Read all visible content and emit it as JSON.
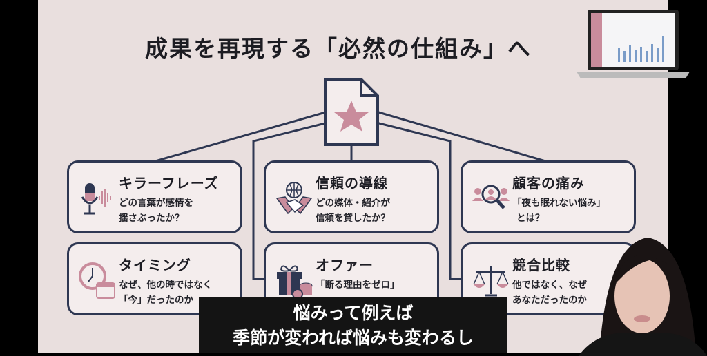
{
  "slide": {
    "title": "成果を再現する「必然の仕組み」へ",
    "cards": [
      {
        "heading": "キラーフレーズ",
        "lines": [
          "どの言葉が感情を",
          "揺さぶったか？"
        ],
        "icon": "microphone-icon"
      },
      {
        "heading": "信頼の導線",
        "lines": [
          "どの媒体・紹介が",
          "信頼を貸したか？"
        ],
        "icon": "handshake-globe-icon"
      },
      {
        "heading": "顧客の痛み",
        "lines": [
          "「夜も眠れない悩み」",
          "とは？"
        ],
        "icon": "magnifier-people-icon"
      },
      {
        "heading": "タイミング",
        "lines": [
          "なぜ、他の時ではなく",
          "「今」だったのか"
        ],
        "icon": "clock-calendar-icon"
      },
      {
        "heading": "オファー",
        "lines": [
          "「断る理由をゼロ」",
          ""
        ],
        "icon": "gift-coins-icon"
      },
      {
        "heading": "競合比較",
        "lines": [
          "他ではなく、なぜ",
          "あなただったのか"
        ],
        "icon": "scale-icon"
      }
    ]
  },
  "subtitle": {
    "line1": "悩みって例えば",
    "line2": "季節が変われば悩みも変わるし"
  },
  "colors": {
    "accent": "#c98c9c",
    "navy": "#2e3752",
    "background": "#e9dfde"
  }
}
